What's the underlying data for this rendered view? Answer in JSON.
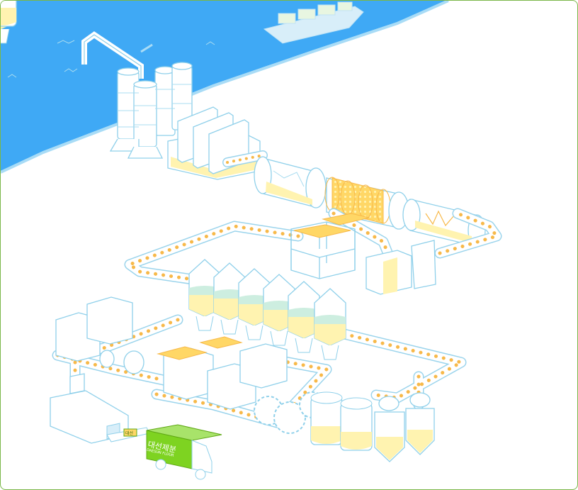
{
  "colors": {
    "sea": "#3fa9f5",
    "sea_highlight": "#a9dcf6",
    "outline": "#8fd0ea",
    "conveyor_dot": "#f7b94a",
    "fill_cream": "#fff3b0",
    "fill_mint": "#cdeee0",
    "truck_green": "#7ed321",
    "frame_border": "#7ab648"
  },
  "truck": {
    "brand_label": "대선제분",
    "sub_label": "DAESUN FLOUR",
    "plate_label": "대선"
  },
  "icons": [
    "ship-icon",
    "grain-unloader-icon",
    "storage-silo-icon",
    "washing-tank-icon",
    "drum-mill-icon",
    "sifter-icon",
    "mixing-silo-icon",
    "gear-icon",
    "truck-icon"
  ]
}
